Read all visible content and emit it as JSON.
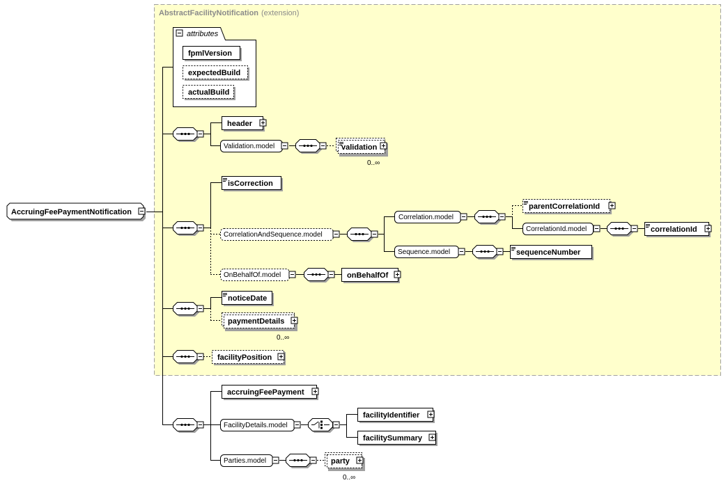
{
  "extension": {
    "base_name": "AbstractFacilityNotification",
    "suffix": "(extension)"
  },
  "root": "AccruingFeePaymentNotification",
  "attributes": {
    "title": "attributes",
    "items": [
      "fpmlVersion",
      "expectedBuild",
      "actualBuild"
    ]
  },
  "elements": {
    "header": "header",
    "validation_model": "Validation.model",
    "validation": "validation",
    "validation_card": "0..∞",
    "isCorrection": "isCorrection",
    "correlation_and_sequence_model": "CorrelationAndSequence.model",
    "correlation_model": "Correlation.model",
    "parentCorrelationId": "parentCorrelationId",
    "correlationId_model": "CorrelationId.model",
    "correlationId": "correlationId",
    "sequence_model": "Sequence.model",
    "sequenceNumber": "sequenceNumber",
    "onBehalfOf_model": "OnBehalfOf.model",
    "onBehalfOf": "onBehalfOf",
    "noticeDate": "noticeDate",
    "paymentDetails": "paymentDetails",
    "paymentDetails_card": "0..∞",
    "facilityPosition": "facilityPosition",
    "accruingFeePayment": "accruingFeePayment",
    "facilityDetails_model": "FacilityDetails.model",
    "facilityIdentifier": "facilityIdentifier",
    "facilitySummary": "facilitySummary",
    "parties_model": "Parties.model",
    "party": "party",
    "party_card": "0..∞"
  },
  "colors": {
    "extension_fill": "#ffffcc",
    "extension_border": "#a0a0a0",
    "box_fill": "#ffffff",
    "shadow": "#a0a0a0"
  },
  "icons": [
    "collapse-minus-icon",
    "expand-plus-icon",
    "sequence-compositor-icon",
    "choice-compositor-icon",
    "documentation-icon"
  ]
}
